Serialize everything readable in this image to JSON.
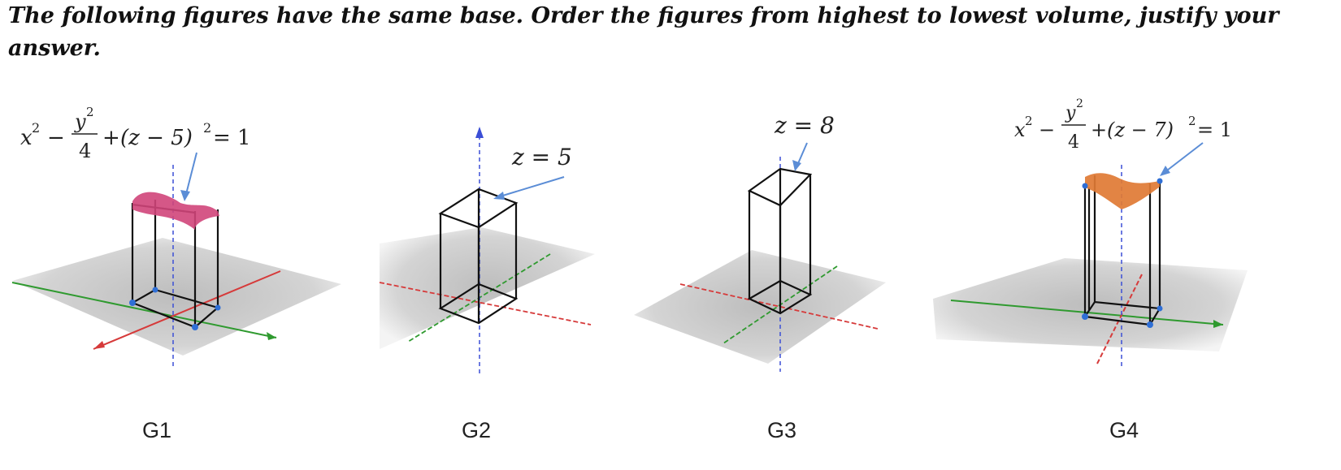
{
  "question": "The following figures have the same base. Order the figures from highest to lowest volume, justify your answer.",
  "figures": [
    {
      "caption": "G1",
      "equation": {
        "sq_x": "x",
        "minus": "−",
        "frac_num_var": "y",
        "frac_den": "4",
        "plus": "+",
        "paren": "(z − 5)",
        "equals": "= 1",
        "exp": "2"
      },
      "surface_color": "#d0457a"
    },
    {
      "caption": "G2",
      "label": "z = 5"
    },
    {
      "caption": "G3",
      "label": "z = 8"
    },
    {
      "caption": "G4",
      "equation": {
        "sq_x": "x",
        "minus": "−",
        "frac_num_var": "y",
        "frac_den": "4",
        "plus": "+",
        "paren": "(z − 7)",
        "equals": "= 1",
        "exp": "2"
      },
      "surface_color": "#e07a34"
    }
  ],
  "colors": {
    "x_axis": "#d63a3a",
    "y_axis": "#2f9a2f",
    "z_axis": "#3b4fd6",
    "plane": "#cfcfcf",
    "arrow": "#5b8dd6",
    "vertex": "#2f6fd6"
  }
}
